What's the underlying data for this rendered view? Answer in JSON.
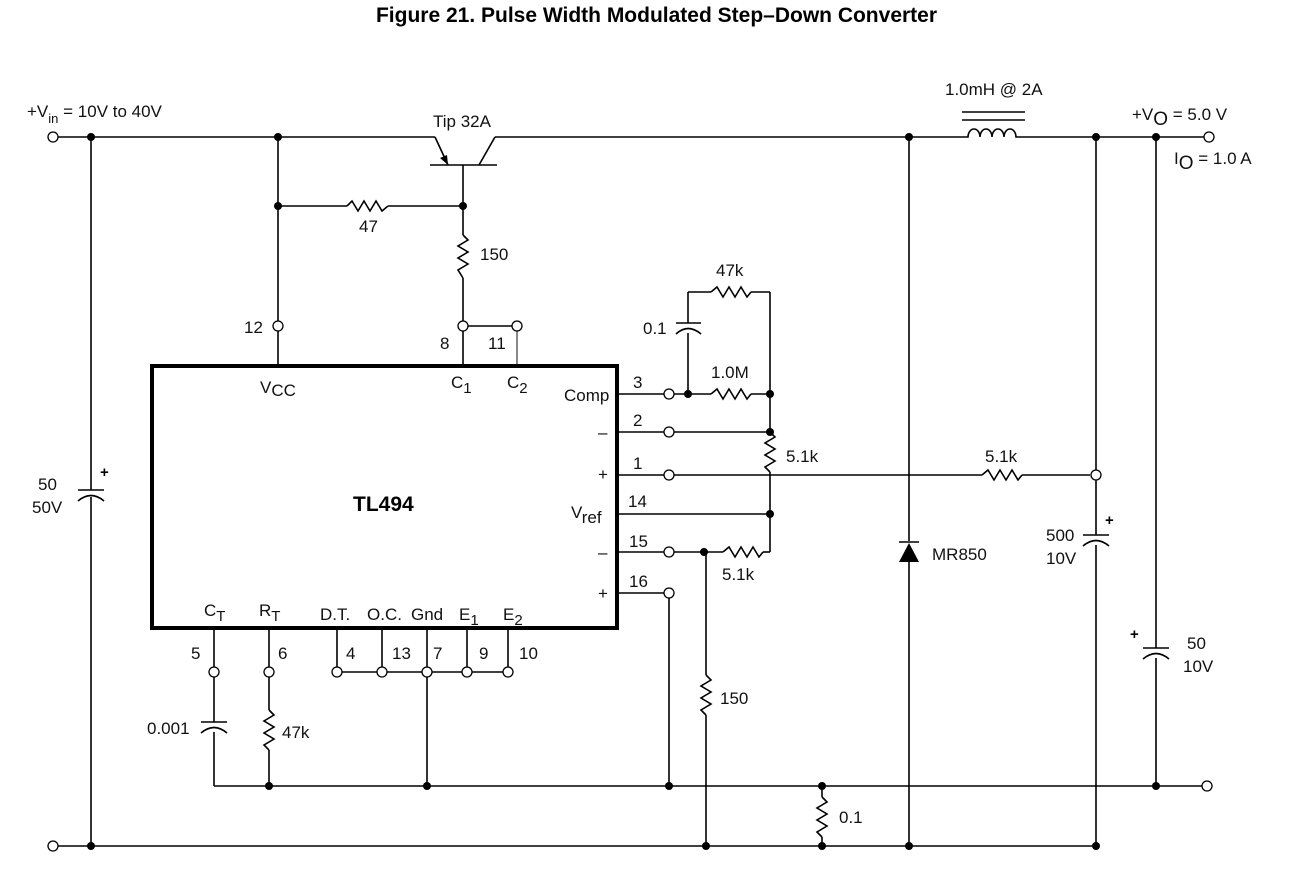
{
  "title": "Figure 21. Pulse Width Modulated Step–Down Converter",
  "input": {
    "vin_prefix": "+V",
    "vin_sub": "in",
    "vin_range": " = 10V to 40V"
  },
  "output": {
    "vo_prefix": "+V",
    "vo_sub": "O",
    "vo_value": " = 5.0 V",
    "io_prefix": "I",
    "io_sub": "O",
    "io_value": " = 1.0 A"
  },
  "ic": {
    "name": "TL494",
    "pins_top": [
      {
        "label": "V",
        "sub": "CC",
        "pin": "12"
      },
      {
        "label": "C",
        "sub": "1",
        "pin": "8"
      },
      {
        "label": "C",
        "sub": "2",
        "pin": "11"
      }
    ],
    "pins_right": [
      {
        "label": "Comp",
        "pin": "3"
      },
      {
        "label": "–",
        "pin": "2"
      },
      {
        "label": "+",
        "pin": "1"
      },
      {
        "label": "V",
        "sub": "ref",
        "pin": "14"
      },
      {
        "label": "–",
        "pin": "15"
      },
      {
        "label": "+",
        "pin": "16"
      }
    ],
    "pins_bottom": [
      {
        "label": "C",
        "sub": "T",
        "pin": "5"
      },
      {
        "label": "R",
        "sub": "T",
        "pin": "6"
      },
      {
        "label": "D.T.",
        "pin": "4"
      },
      {
        "label": "O.C.",
        "pin": "13"
      },
      {
        "label": "Gnd",
        "pin": "7"
      },
      {
        "label": "E",
        "sub": "1",
        "pin": "9"
      },
      {
        "label": "E",
        "sub": "2",
        "pin": "10"
      }
    ]
  },
  "components": {
    "transistor": "Tip 32A",
    "r_base_47": "47",
    "r_150_top": "150",
    "c_comp": "0.1",
    "r_fb_47k": "47k",
    "r_1M": "1.0M",
    "r_5k1_vert": "5.1k",
    "r_5k1_fb": "5.1k",
    "r_5k1_bottom": "5.1k",
    "r_150_bottom": "150",
    "r_sense": "0.1",
    "c_timing": "0.001",
    "r_timing": "47k",
    "c_in_value": "50",
    "c_in_voltage": "50V",
    "inductor": "1.0mH @ 2A",
    "diode": "MR850",
    "c_out_value": "500",
    "c_out_voltage": "10V",
    "c_out2_value": "50",
    "c_out2_voltage": "10V",
    "polarity_plus": "+"
  }
}
